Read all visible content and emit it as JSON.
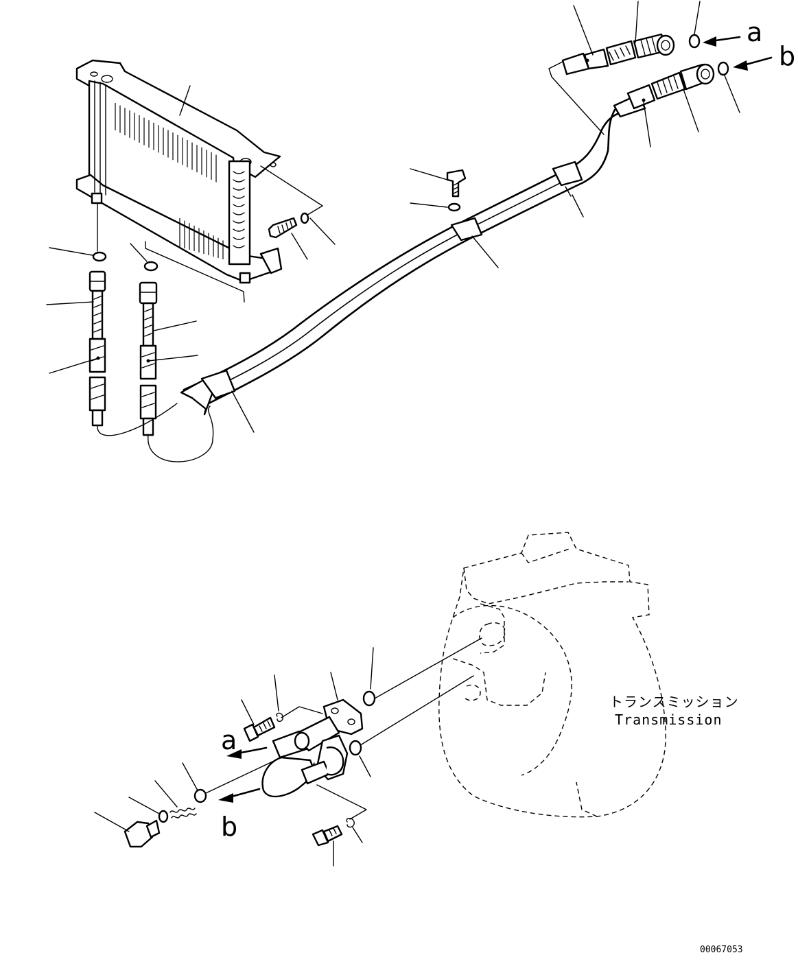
{
  "diagram": {
    "arrow_labels": {
      "a_top": "a",
      "b_top": "b",
      "a_bottom": "a",
      "b_bottom": "b"
    },
    "component_label": {
      "japanese": "トランスミッション",
      "english": "Transmission"
    },
    "drawing_number": "00067053"
  }
}
